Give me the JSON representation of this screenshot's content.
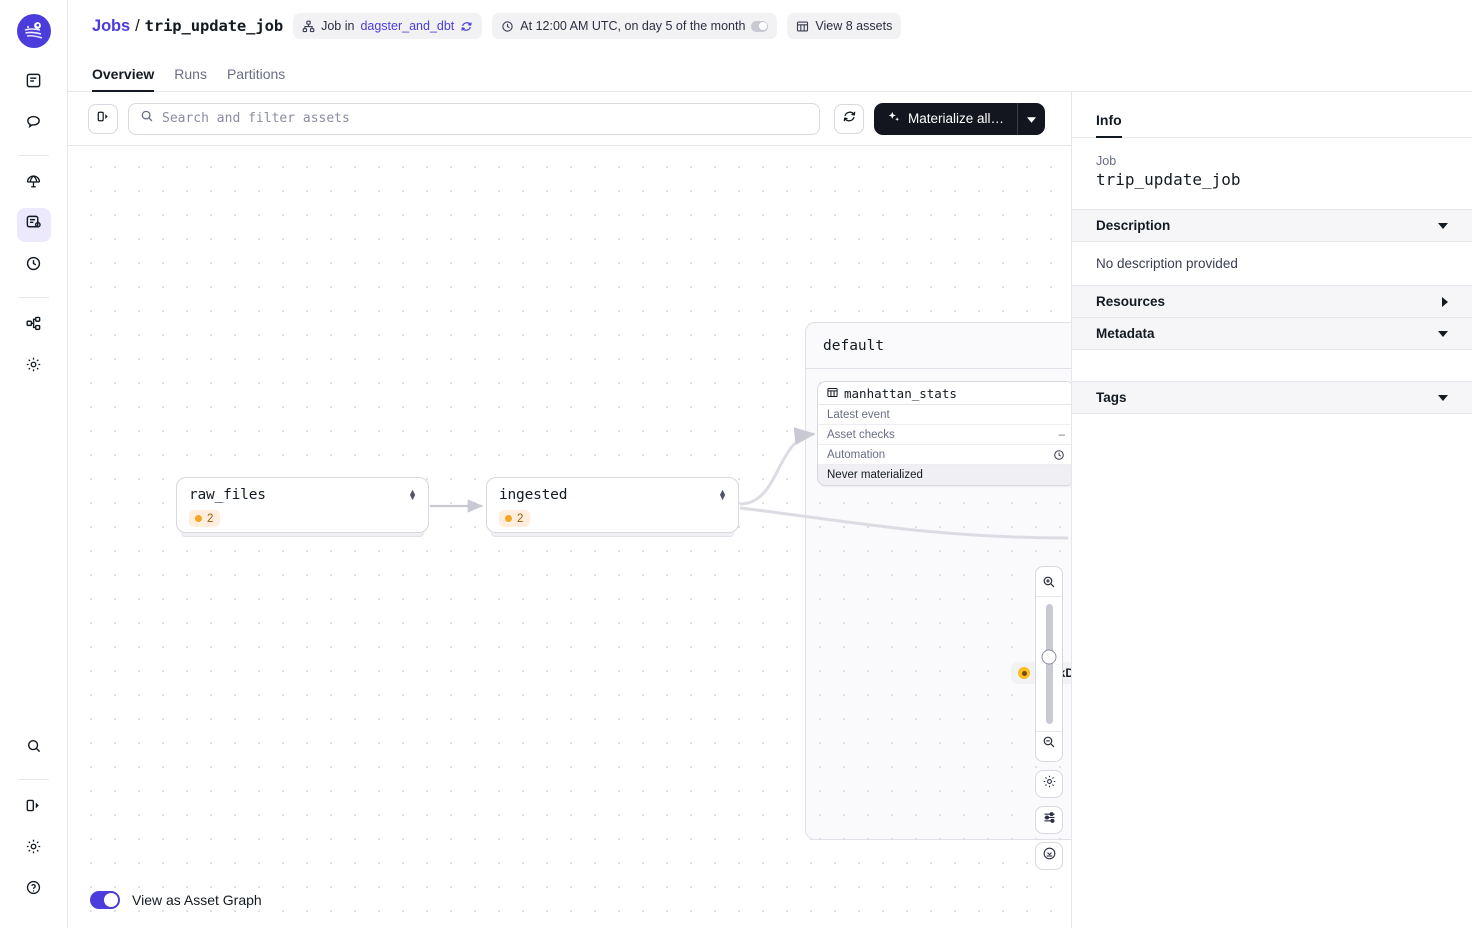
{
  "rail": {
    "logo": "dagster-logo",
    "items": [
      {
        "name": "overview-icon",
        "icon": "document-lines-icon"
      },
      {
        "name": "runs-icon",
        "icon": "speech-bubble-icon"
      },
      {
        "name": "deployment-icon",
        "icon": "globe-icon"
      },
      {
        "name": "jobs-icon",
        "icon": "job-graph-icon",
        "active": true
      },
      {
        "name": "schedules-icon",
        "icon": "clock-icon"
      },
      {
        "name": "assets-icon",
        "icon": "sitemap-icon"
      },
      {
        "name": "settings-icon",
        "icon": "gear-icon"
      }
    ],
    "bottom": [
      {
        "name": "search-icon",
        "icon": "magnifier-icon"
      },
      {
        "name": "collapse-nav-icon",
        "icon": "panel-toggle-icon"
      },
      {
        "name": "user-settings-icon",
        "icon": "gear-icon"
      },
      {
        "name": "help-icon",
        "icon": "question-circle-icon"
      }
    ]
  },
  "header": {
    "breadcrumb_root": "Jobs",
    "breadcrumb_sep": "/",
    "breadcrumb_current": "trip_update_job",
    "chip_job_prefix": "Job in",
    "chip_job_location": "dagster_and_dbt",
    "chip_schedule": "At 12:00 AM UTC, on day 5 of the month",
    "chip_assets": "View 8 assets"
  },
  "tabs": [
    {
      "label": "Overview",
      "active": true
    },
    {
      "label": "Runs",
      "active": false
    },
    {
      "label": "Partitions",
      "active": false
    }
  ],
  "toolbar": {
    "sidebar_toggle_icon": "panel-toggle-icon",
    "search_placeholder": "Search and filter assets",
    "search_value": "",
    "refresh_icon": "refresh-icon",
    "materialize_label": "Materialize all…",
    "materialize_icon": "sparkle-icon",
    "materialize_caret_icon": "chevron-down-icon"
  },
  "graph": {
    "group_label": "default",
    "nodes": [
      {
        "id": "raw_files",
        "name": "raw_files",
        "badge_count": "2"
      },
      {
        "id": "ingested",
        "name": "ingested",
        "badge_count": "2"
      }
    ],
    "detail_node": {
      "title": "manhattan_stats",
      "title_icon": "table-icon",
      "rows": [
        {
          "label": "Latest event",
          "value": ""
        },
        {
          "label": "Asset checks",
          "value": "–"
        },
        {
          "label": "Automation",
          "value": "",
          "icon": "clock-icon"
        }
      ],
      "status": "Never materialized"
    },
    "duckdb_badge": "DuckDB",
    "zoom_controls": {
      "zoom_in_icon": "zoom-in-icon",
      "zoom_out_icon": "zoom-out-icon",
      "settings_icon": "gear-icon",
      "filters_icon": "sliders-icon",
      "recenter_icon": "download-target-icon"
    },
    "view_toggle_label": "View as Asset Graph",
    "view_toggle_on": true
  },
  "rightpanel": {
    "tab": "Info",
    "job_label": "Job",
    "job_name": "trip_update_job",
    "sections": [
      {
        "title": "Description",
        "state": "expanded",
        "body": "No description provided"
      },
      {
        "title": "Resources",
        "state": "collapsed"
      },
      {
        "title": "Metadata",
        "state": "expanded"
      },
      {
        "title": "Tags",
        "state": "expanded"
      }
    ]
  },
  "colors": {
    "accent": "#4b3ddb",
    "dark_button": "#14161f",
    "warning": "#f5a623",
    "success": "#12805a"
  }
}
